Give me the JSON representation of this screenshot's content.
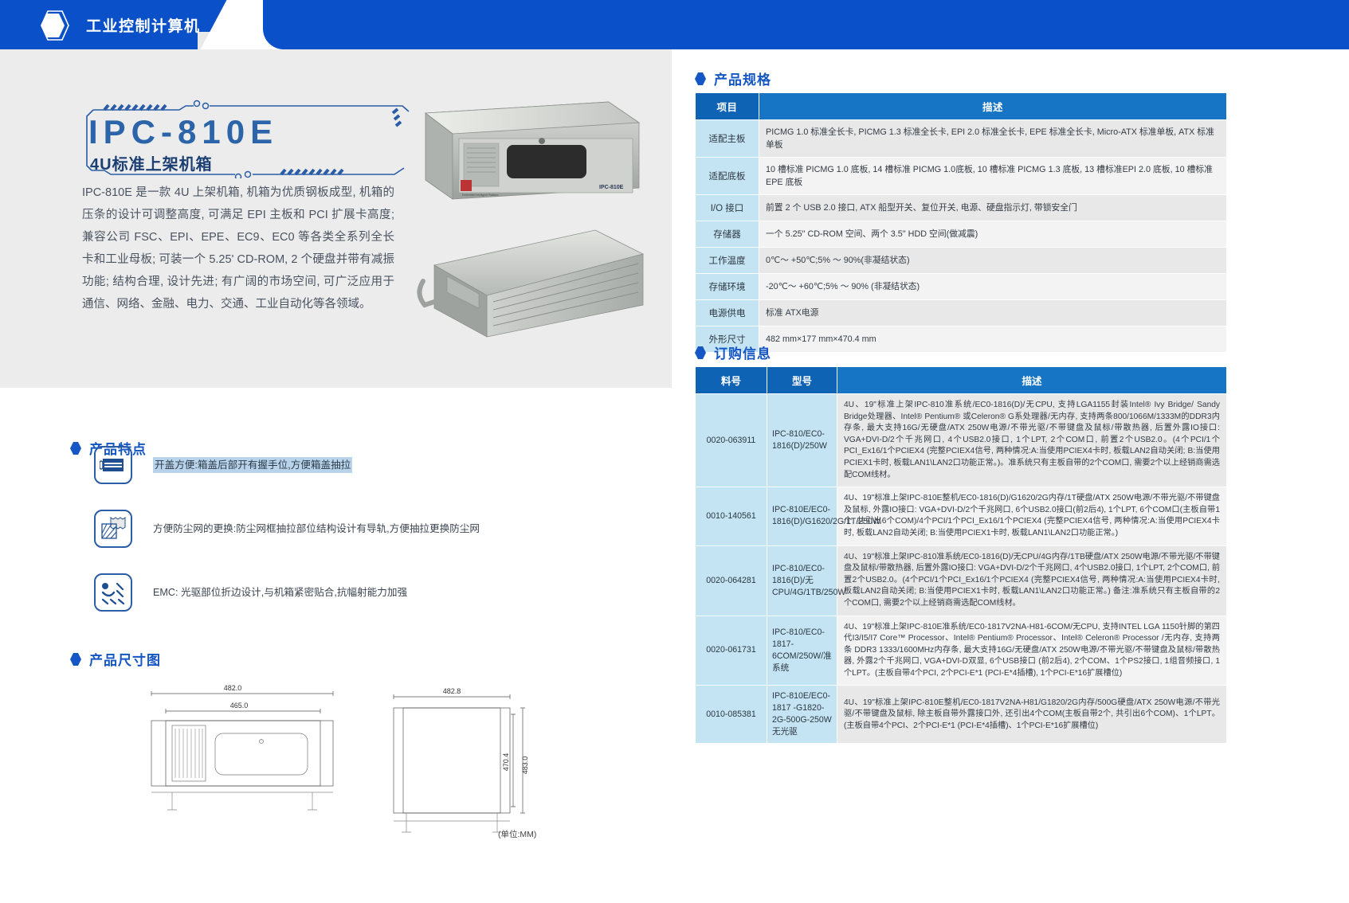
{
  "header": {
    "title": "工业控制计算机",
    "logo_icon": "hexagon-logo-icon",
    "bg_color": "#0a50c8"
  },
  "hero": {
    "product_name": "IPC-810E",
    "product_subtitle": "4U标准上架机箱",
    "description": "IPC-810E 是一款 4U 上架机箱, 机箱为优质钢板成型, 机箱的压条的设计可调整高度, 可满足 EPI 主板和 PCI 扩展卡高度; 兼容公司 FSC、EPI、EPE、EC9、EC0 等各类全系列全长卡和工业母板; 可装一个 5.25' CD-ROM, 2 个硬盘并带有减振功能; 结构合理, 设计先进; 有广阔的市场空间, 可广泛应用于通信、网络、金融、电力、交通、工业自动化等各领域。",
    "image_front_label": "IPC-810E",
    "image_front_brand": "Embedded Intelligent Platform"
  },
  "features": {
    "section_title": "产品特点",
    "items": [
      {
        "icon": "chassis-cover-icon",
        "text": "开盖方便:箱盖后部开有握手位,方便箱盖抽拉",
        "highlighted": true
      },
      {
        "icon": "dust-filter-icon",
        "text": "方便防尘网的更换:防尘网框抽拉部位结构设计有导轨,方便抽拉更换防尘网",
        "highlighted": false
      },
      {
        "icon": "emc-radiation-icon",
        "text": "EMC: 光驱部位折边设计,与机箱紧密贴合,抗幅射能力加强",
        "highlighted": false
      }
    ]
  },
  "dimensions": {
    "section_title": "产品尺寸图",
    "unit_note": "(单位:MM)",
    "labels": {
      "width_outer": "482.0",
      "width_inner": "465.0",
      "side_width": "482.8",
      "side_height": "483.0",
      "side_depth": "470.4"
    }
  },
  "spec": {
    "section_title": "产品规格",
    "headers": [
      "项目",
      "描述"
    ],
    "rows": [
      {
        "key": "适配主板",
        "value": "PICMG 1.0 标准全长卡, PICMG 1.3 标准全长卡, EPI 2.0 标准全长卡, EPE 标准全长卡, Micro-ATX 标准单板, ATX 标准单板"
      },
      {
        "key": "适配底板",
        "value": "10 槽标准 PICMG 1.0 底板, 14 槽标准 PICMG 1.0底板, 10 槽标准 PICMG 1.3 底板, 13 槽标准EPI 2.0 底板, 10 槽标准 EPE 底板"
      },
      {
        "key": "I/O 接口",
        "value": "前置 2 个 USB 2.0 接口, ATX 船型开关、复位开关, 电源、硬盘指示灯, 带锁安全门"
      },
      {
        "key": "存储器",
        "value": "一个 5.25\" CD-ROM 空间、两个 3.5\" HDD 空间(做减震)"
      },
      {
        "key": "工作温度",
        "value": "0℃～ +50℃;5% ～ 90%(非凝结状态)"
      },
      {
        "key": "存储环境",
        "value": "-20℃～ +60℃;5% ～ 90% (非凝结状态)"
      },
      {
        "key": "电源供电",
        "value": "标准 ATX电源"
      },
      {
        "key": "外形尺寸",
        "value": "482 mm×177 mm×470.4 mm"
      }
    ]
  },
  "order": {
    "section_title": "订购信息",
    "headers": [
      "料号",
      "型号",
      "描述"
    ],
    "rows": [
      {
        "sku": "0020-063911",
        "model": "IPC-810/EC0-1816(D)/250W",
        "desc": "4U、19\"标准上架IPC-810准系统/EC0-1816(D)/无CPU, 支持LGA1155封装Intel® Ivy Bridge/ Sandy Bridge处理器、Intel® Pentium® 或Celeron® G系处理器/无内存, 支持两条800/1066M/1333M的DDR3内存条, 最大支持16G/无硬盘/ATX 250W电源/不带光驱/不带键盘及鼠标/带散热器, 后置外露IO接口: VGA+DVI-D/2个千兆网口, 4个USB2.0接口, 1个LPT, 2个COM口, 前置2个USB2.0。(4个PCI/1个PCI_Ex16/1个PCIEX4 (完整PCIEX4信号, 两种情况:A:当使用PCIEX4卡时, 板载LAN2自动关闭; B:当使用PCIEX1卡时, 板载LAN1\\LAN2口功能正常。)。准系统只有主板自带的2个COM口, 需要2个以上经销商需选配COM线材。"
      },
      {
        "sku": "0010-140561",
        "model": "IPC-810E/EC0-1816(D)/G1620/2G/1T/250W",
        "desc": "4U、19\"标准上架IPC-810E整机/EC0-1816(D)/G1620/2G内存/1T硬盘/ATX 250W电源/不带光驱/不带键盘及鼠标, 外露IO接口: VGA+DVI-D/2个千兆网口, 6个USB2.0接口(前2后4), 1个LPT, 6个COM口(主板自带1个, 共引出6个COM)/4个PCI/1个PCI_Ex16/1个PCIEX4 (完整PCIEX4信号, 两种情况:A:当使用PCIEX4卡时, 板载LAN2自动关闭; B:当使用PCIEX1卡时, 板载LAN1\\LAN2口功能正常。)"
      },
      {
        "sku": "0020-064281",
        "model": "IPC-810/EC0-1816(D)/无CPU/4G/1TB/250W",
        "desc": "4U、19\"标准上架IPC-810准系统/EC0-1816(D)/无CPU/4G内存/1TB硬盘/ATX 250W电源/不带光驱/不带键盘及鼠标/带散热器, 后置外露IO接口: VGA+DVI-D/2个千兆网口, 4个USB2.0接口, 1个LPT, 2个COM口, 前置2个USB2.0。(4个PCI/1个PCI_Ex16/1个PCIEX4 (完整PCIEX4信号, 两种情况:A:当使用PCIEX4卡时, 板载LAN2自动关闭; B:当使用PCIEX1卡时, 板载LAN1\\LAN2口功能正常。) 备注:准系统只有主板自带的2个COM口, 需要2个以上经销商需选配COM线材。"
      },
      {
        "sku": "0020-061731",
        "model": "IPC-810/EC0-1817-6COM/250W/准系统",
        "desc": "4U、19\"标准上架IPC-810E准系统/EC0-1817V2NA-H81-6COM/无CPU, 支持INTEL LGA 1150针脚的第四代I3/I5/I7 Core™ Processor、Intel® Pentium® Processor、Intel® Celeron® Processor /无内存, 支持两条 DDR3 1333/1600MHz内存条, 最大支持16G/无硬盘/ATX 250W电源/不带光驱/不带键盘及鼠标/带散热器, 外露2个千兆网口, VGA+DVI-D双显, 6个USB接口 (前2后4), 2个COM、1个PS2接口, 1组音频接口, 1个LPT。(主板自带4个PCI, 2个PCI-E*1 (PCI-E*4插槽), 1个PCI-E*16扩展槽位)"
      },
      {
        "sku": "0010-085381",
        "model": "IPC-810E/EC0-1817 -G1820-2G-500G-250W无光驱",
        "desc": "4U、19\"标准上架IPC-810E整机/EC0-1817V2NA-H81/G1820/2G内存/500G硬盘/ATX 250W电源/不带光驱/不带键盘及鼠标, 除主板自带外露接口外, 还引出4个COM(主板自带2个, 共引出6个COM)、1个LPT。(主板自带4个PCI、2个PCI-E*1 (PCI-E*4插槽)、1个PCI-E*16扩展槽位)"
      }
    ]
  },
  "colors": {
    "brand_blue": "#0a50c8",
    "table_header_blue": "#1675c4",
    "key_cell_blue": "#c5e4f3",
    "panel_grey": "#ececec",
    "title_blue": "#2b64a8"
  }
}
